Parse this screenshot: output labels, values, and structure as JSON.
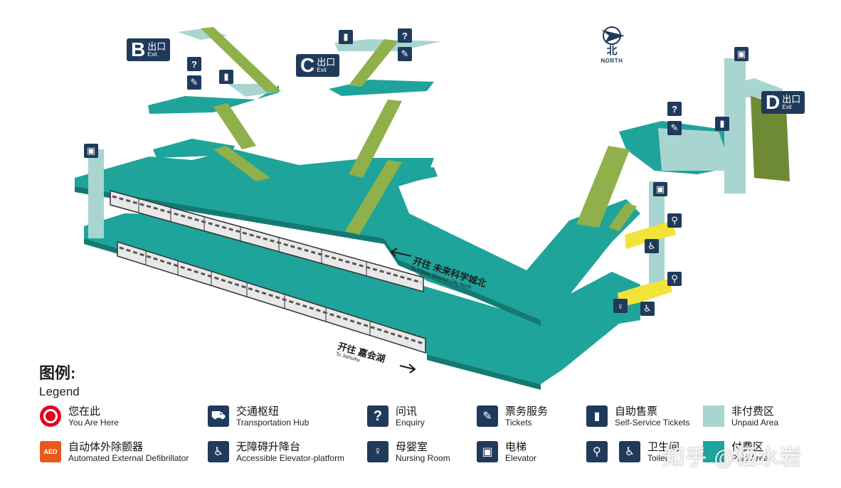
{
  "exits": [
    {
      "letter": "B",
      "cn": "出口",
      "en": "Exit"
    },
    {
      "letter": "C",
      "cn": "出口",
      "en": "Exit"
    },
    {
      "letter": "D",
      "cn": "出口",
      "en": "Exit"
    }
  ],
  "compass": {
    "cn": "北",
    "en": "NORTH"
  },
  "directions": [
    {
      "cn": "开往 未来科学城北",
      "en": "To Future Science City North",
      "arrow": "←"
    },
    {
      "cn": "开往 嘉会湖",
      "en": "To Jiahuihu",
      "arrow": "→"
    }
  ],
  "legend": {
    "title_cn": "图例:",
    "title_en": "Legend",
    "items": [
      {
        "cn": "您在此",
        "en": "You Are Here",
        "icon": "you-are-here-icon"
      },
      {
        "cn": "交通枢纽",
        "en": "Transportation Hub",
        "icon": "transport-hub-icon"
      },
      {
        "cn": "问讯",
        "en": "Enquiry",
        "icon": "question-icon",
        "glyph": "?"
      },
      {
        "cn": "票务服务",
        "en": "Tickets",
        "icon": "ticket-icon"
      },
      {
        "cn": "自助售票",
        "en": "Self-Service Tickets",
        "icon": "ticket-machine-icon"
      },
      {
        "cn": "非付费区",
        "en": "Unpaid Area",
        "icon": "unpaid-area-swatch"
      },
      {
        "cn": "自动体外除颤器",
        "en": "Automated External Defibrillator",
        "icon": "aed-icon",
        "glyph": "AED"
      },
      {
        "cn": "无障碍升降台",
        "en": "Accessible Elevator-platform",
        "icon": "accessible-lift-icon"
      },
      {
        "cn": "母婴室",
        "en": "Nursing Room",
        "icon": "nursing-room-icon"
      },
      {
        "cn": "电梯",
        "en": "Elevator",
        "icon": "elevator-icon"
      },
      {
        "cn": "卫生间",
        "en": "Toilet",
        "icon": "toilet-icon"
      },
      {
        "cn": "付费区",
        "en": "Paid Area",
        "icon": "paid-area-swatch"
      }
    ]
  },
  "watermark": "知乎 @栖水岩",
  "colors": {
    "paid": "#1ea49a",
    "paid_dark": "#137a72",
    "unpaid": "#a8d5d0",
    "escalator": "#8fb04a",
    "sign": "#1f3a5a",
    "toilet": "#f2e33a",
    "aed": "#e85a1c",
    "here": "#e2001a"
  }
}
